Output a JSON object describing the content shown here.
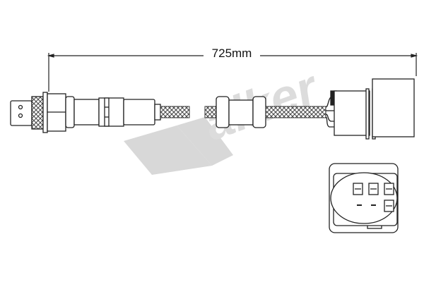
{
  "diagram": {
    "type": "technical-drawing",
    "subject": "oxygen sensor with cable and connector",
    "dimension": {
      "label": "725mm",
      "value": 725,
      "unit": "mm"
    },
    "watermark": {
      "text": "Walker",
      "color": "#d4d4d4"
    },
    "connector_face": {
      "pin_count_top_row": 3,
      "pin_count_bottom_row": 1,
      "key_slots": 2
    },
    "colors": {
      "line": "#222222",
      "background": "#ffffff",
      "braid": "#555555"
    }
  }
}
